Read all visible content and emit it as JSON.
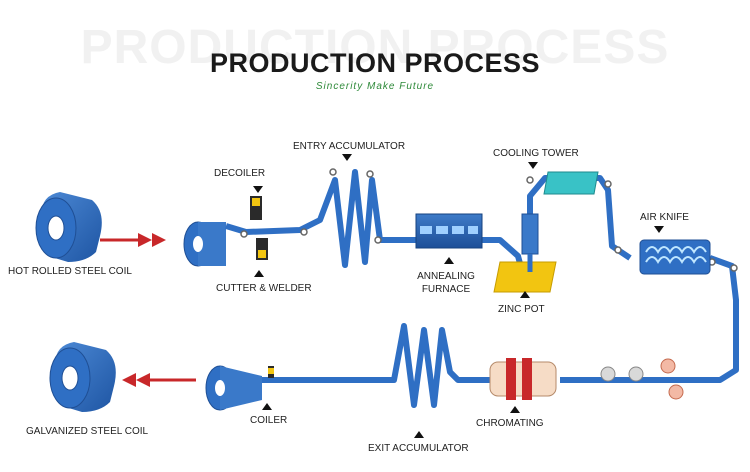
{
  "header": {
    "background_title": "PRODUCTION PROCESS",
    "title": "PRODUCTION PROCESS",
    "subtitle": "Sincerity Make Future"
  },
  "labels": {
    "hot_rolled_steel_coil": "HOT ROLLED STEEL COIL",
    "decoiler": "DECOILER",
    "cutter_welder": "CUTTER & WELDER",
    "entry_accumulator": "ENTRY ACCUMULATOR",
    "annealing_furnace_line1": "ANNEALING",
    "annealing_furnace_line2": "FURNACE",
    "cooling_tower": "COOLING TOWER",
    "zinc_pot": "ZINC POT",
    "air_knife": "AIR KNIFE",
    "chromating": "CHROMATING",
    "exit_accumulator": "EXIT ACCUMULATOR",
    "coiler": "COILER",
    "galvanized_steel_coil": "GALVANIZED STEEL COIL"
  },
  "colors": {
    "strip_blue": "#2f6fc4",
    "strip_dark": "#1f4f95",
    "arrow_red": "#c8282a",
    "zinc_pot_yellow": "#f2c511",
    "cooling_tower_teal": "#39c2c6",
    "subtitle_green": "#2f8a3a"
  }
}
